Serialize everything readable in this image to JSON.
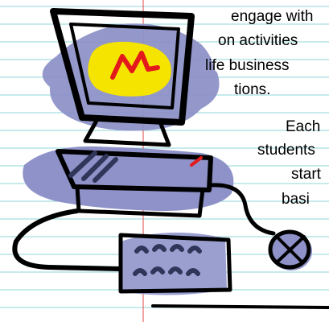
{
  "paragraph": {
    "lines": [
      "engage with",
      "on activities",
      "life business",
      "tions.",
      "Each",
      "students",
      "start",
      "basi"
    ]
  },
  "clipart": {
    "icon": "computer-clipart-icon",
    "colors": {
      "outline": "#000000",
      "screen": "#f5e400",
      "scribble": "#e3191b",
      "shadow": "#8e92c8",
      "keys": "#9a9fd0"
    }
  },
  "colors": {
    "rule_line": "#8fd4d8",
    "margin_line": "#e04a4a",
    "background": "#ffffff"
  }
}
